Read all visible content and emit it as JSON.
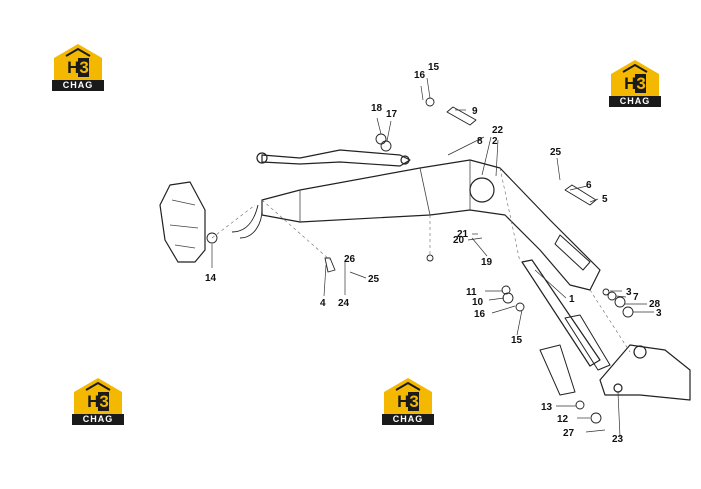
{
  "brand": {
    "mark_letter": "H",
    "mark_digit": "3",
    "word": "CHAG",
    "yellow": "#f4b800",
    "black": "#1a1a1a"
  },
  "callouts": [
    "16",
    "15",
    "18",
    "17",
    "9",
    "8",
    "22",
    "2",
    "25",
    "6",
    "5",
    "21",
    "20",
    "19",
    "14",
    "26",
    "4",
    "24",
    "25",
    "11",
    "10",
    "16",
    "1",
    "3",
    "7",
    "28",
    "3",
    "15",
    "13",
    "12",
    "27",
    "23"
  ]
}
